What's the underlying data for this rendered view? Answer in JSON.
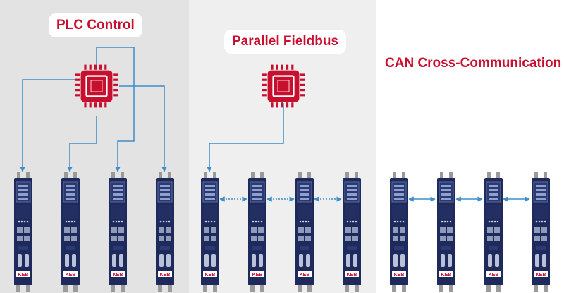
{
  "sections": [
    {
      "title": "PLC Control"
    },
    {
      "title": "Parallel Fieldbus"
    },
    {
      "title": "CAN Cross-Communication"
    }
  ],
  "colors": {
    "accent_red": "#c8102e",
    "arrow_blue": "#3e8ec8",
    "device_navy": "#1d2a5b",
    "panel_gray": "#e3e3e3",
    "panel_light": "#efefef"
  },
  "device": {
    "brand_label": "KEB"
  },
  "icons": {
    "controller": "cpu-chip-icon",
    "drive": "servo-drive-module-icon"
  }
}
